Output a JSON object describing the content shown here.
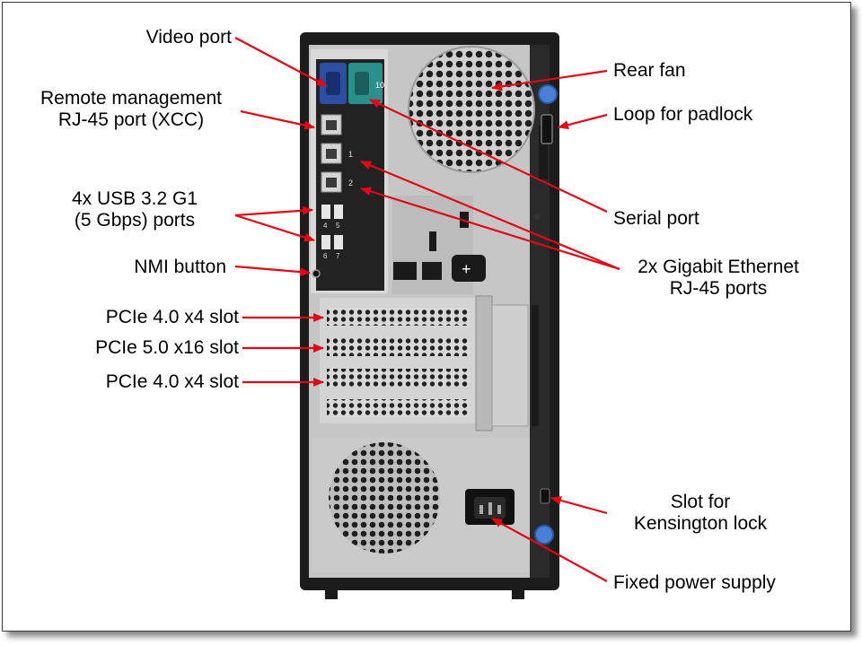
{
  "colors": {
    "arrow": "#e30613",
    "chassis": "#1c1c1c",
    "panel": "#c9c9c9",
    "io_panel": "#222222",
    "vga": "#2a4fa3",
    "serial": "#2b8f8c",
    "latch": "#4a7fd6"
  },
  "labels": {
    "video_port": "Video port",
    "remote_mgmt_line1": "Remote management",
    "remote_mgmt_line2": "RJ-45 port (XCC)",
    "usb_line1": "4x USB 3.2 G1",
    "usb_line2": "(5 Gbps) ports",
    "nmi_button": "NMI button",
    "pcie_slot_1": "PCIe 4.0 x4 slot",
    "pcie_slot_2": "PCIe 5.0 x16 slot",
    "pcie_slot_3": "PCIe 4.0 x4 slot",
    "rear_fan": "Rear fan",
    "padlock_loop": "Loop for padlock",
    "serial_port": "Serial port",
    "gige_line1": "2x Gigabit Ethernet",
    "gige_line2": "RJ-45 ports",
    "kensington_line1": "Slot for",
    "kensington_line2": "Kensington lock",
    "power_supply": "Fixed power supply"
  },
  "port_markings": {
    "usb_top": [
      "4",
      "5"
    ],
    "usb_bottom": [
      "6",
      "7"
    ],
    "ethernet_numbers": [
      "1",
      "2"
    ],
    "serial_number": "10"
  }
}
